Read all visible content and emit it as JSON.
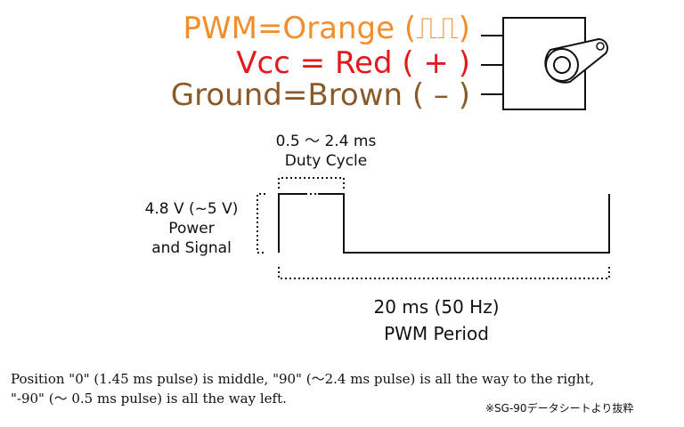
{
  "wires": {
    "pwm": "PWM=Orange (⎍⎍)",
    "vcc": "Vcc = Red ( + )",
    "ground": "Ground=Brown ( – )"
  },
  "waveform": {
    "duty_cycle_range": "0.5 ～ 2.4 ms",
    "duty_cycle_label": "Duty Cycle",
    "voltage": "4.8 V (~5 V)",
    "power_label": "Power",
    "signal_label": "and Signal",
    "period": "20 ms (50 Hz)",
    "period_label": "PWM Period"
  },
  "caption_line1": "Position \"0\" (1.45 ms pulse) is middle, \"90\" (～2.4 ms pulse) is all the way to the right,",
  "caption_line2": "\"-90\" (～ 0.5 ms pulse) is all the way left.",
  "source_note": "※SG-90データシートより抜粋",
  "colors": {
    "pwm": "#f28e2b",
    "vcc": "#e31a1c",
    "ground": "#8a5a2b",
    "line": "#111111"
  }
}
